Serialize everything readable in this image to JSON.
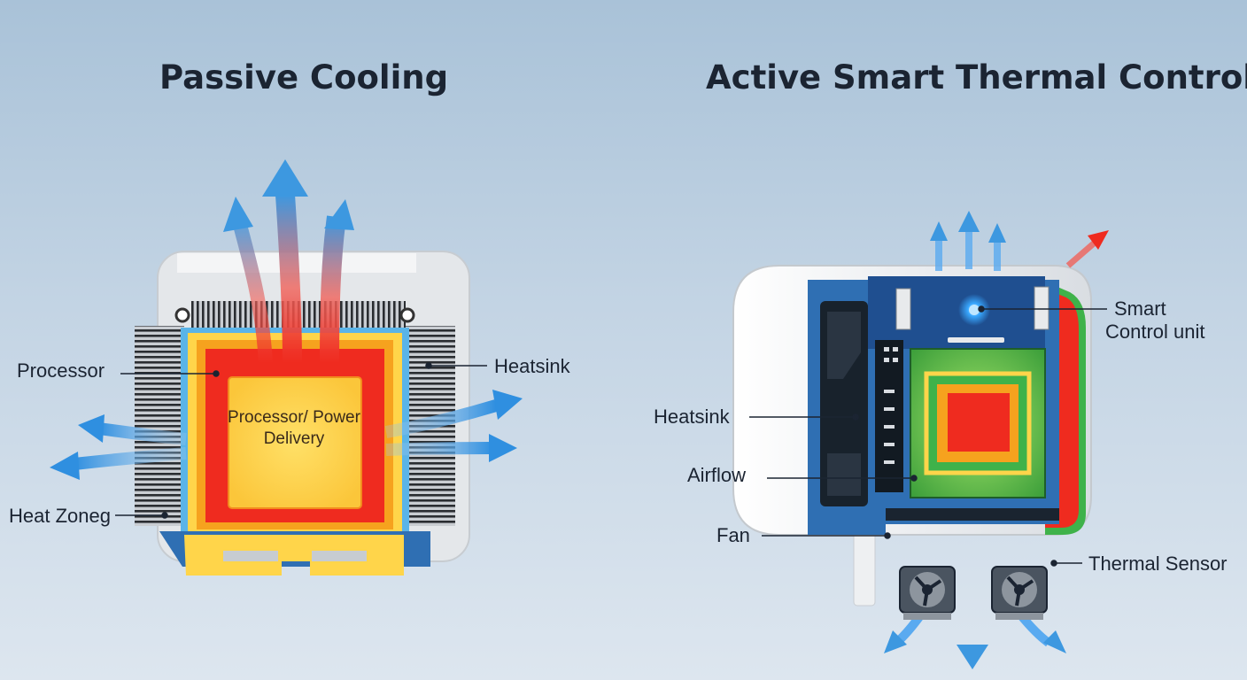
{
  "titles": {
    "passive": "Passive Cooling",
    "active": "Active Smart Thermal Control"
  },
  "passive": {
    "center_label": "Processor/ Power Delivery",
    "labels": {
      "processor": "Processor",
      "heatsink": "Heatsink",
      "heat_zone": "Heat Zoneg"
    }
  },
  "active": {
    "labels": {
      "smart_control": "Smart Control unit",
      "heatsink": "Heatsink",
      "airflow": "Airflow",
      "fan": "Fan",
      "thermal_sensor": "Thermal Sensor"
    }
  },
  "colors": {
    "hot": "#ef2b1f",
    "warm": "#f6a21e",
    "core": "#ffd54a",
    "cool_arrow": "#3d98e0",
    "board": "#2f6fb3",
    "green": "#3fb24a"
  }
}
